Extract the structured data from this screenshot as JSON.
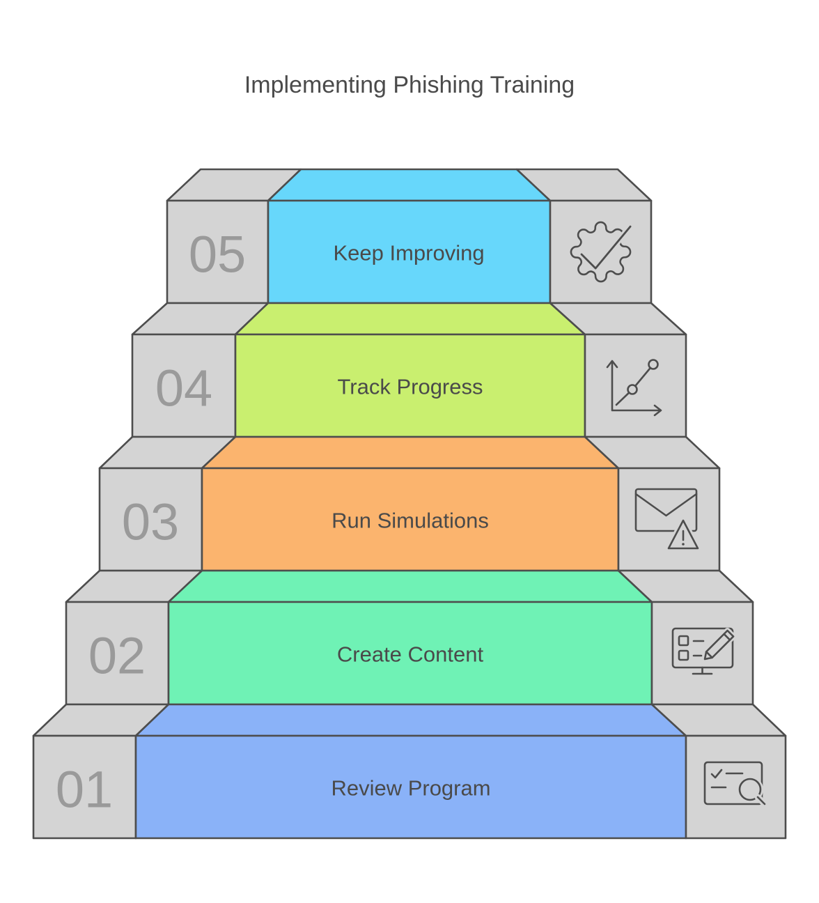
{
  "title": "Implementing Phishing Training",
  "colors": {
    "background": "#ffffff",
    "gray": "#d4d4d4",
    "outline": "#4d4d4d",
    "number": "#9a9a9a",
    "label_text": "#4a4a4a"
  },
  "steps": [
    {
      "number": "01",
      "label": "Review Program",
      "color": "#8ab2f8",
      "icon": "review-search-icon"
    },
    {
      "number": "02",
      "label": "Create Content",
      "color": "#6ff2b5",
      "icon": "content-create-icon"
    },
    {
      "number": "03",
      "label": "Run Simulations",
      "color": "#fbb46e",
      "icon": "email-warning-icon"
    },
    {
      "number": "04",
      "label": "Track Progress",
      "color": "#c9ef6f",
      "icon": "progress-chart-icon"
    },
    {
      "number": "05",
      "label": "Keep Improving",
      "color": "#67d7fb",
      "icon": "gear-check-icon"
    }
  ]
}
